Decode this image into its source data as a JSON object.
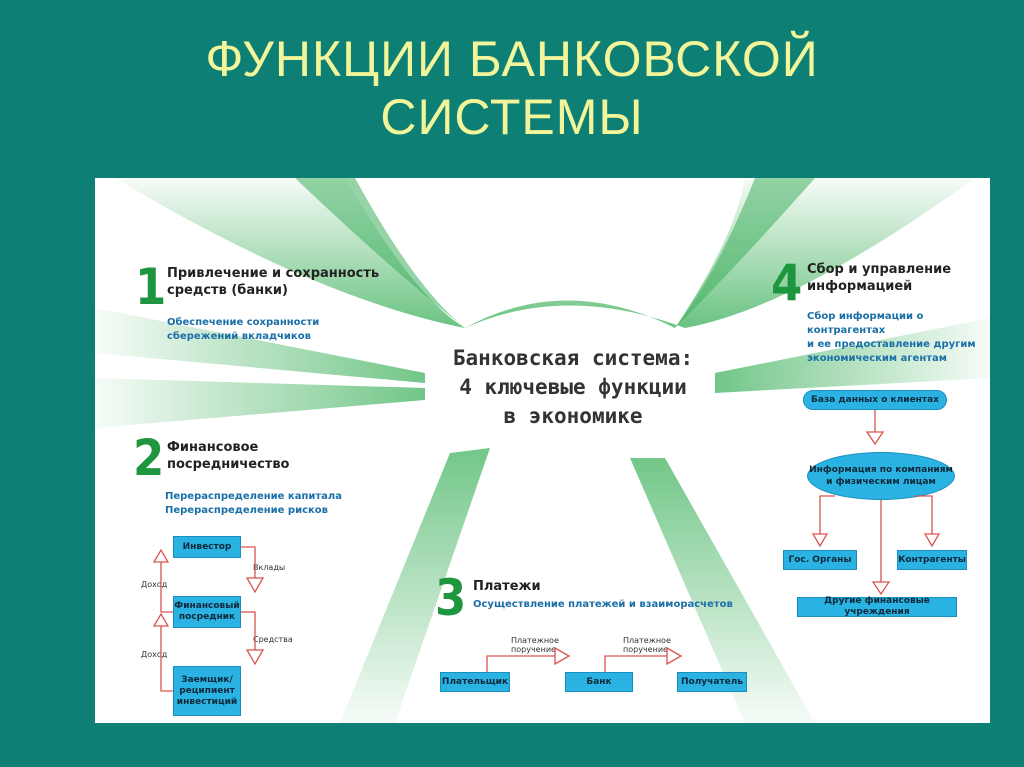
{
  "title": {
    "line1": "ФУНКЦИИ БАНКОВСКОЙ",
    "line2": "СИСТЕМЫ"
  },
  "colors": {
    "background": "#0e7f74",
    "title": "#f2f59a",
    "number": "#1e9640",
    "subtitle": "#1a6fa8",
    "box": "#29b2e2",
    "arrow": "#d9534f"
  },
  "center": {
    "line1": "Банковская система:",
    "line2": "4 ключевые функции",
    "line3": "в экономике"
  },
  "f1": {
    "number": "1",
    "title1": "Привлечение и сохранность",
    "title2": "средств (банки)",
    "sub1": "Обеспечение сохранности",
    "sub2": "сбережений вкладчиков"
  },
  "f2": {
    "number": "2",
    "title1": "Финансовое",
    "title2": "посредничество",
    "sub1": "Перераспределение капитала",
    "sub2": "Перераспределение рисков",
    "box_investor": "Инвестор",
    "box_intermediary": "Финансовый посредник",
    "box_borrower": "Заемщик/ реципиент инвестиций",
    "label_deposits": "Вклады",
    "label_funds": "Средства",
    "label_income1": "Доход",
    "label_income2": "Доход"
  },
  "f3": {
    "number": "3",
    "title": "Платежи",
    "sub": "Осуществление платежей и взаиморасчетов",
    "box_payer": "Плательщик",
    "box_bank": "Банк",
    "box_receiver": "Получатель",
    "label_order1": "Платежное поручение",
    "label_order2": "Платежное поручение"
  },
  "f4": {
    "number": "4",
    "title1": "Сбор и управление",
    "title2": "информацией",
    "sub1": "Сбор информации о контрагентах",
    "sub2": "и ее предоставление другим",
    "sub3": "экономическим агентам",
    "box_db": "База данных о клиентах",
    "ellipse1": "Информация по компаниям",
    "ellipse2": "и физическим лицам",
    "box_gov": "Гос. Органы",
    "box_counter": "Контрагенты",
    "box_other": "Другие финансовые учреждения"
  }
}
